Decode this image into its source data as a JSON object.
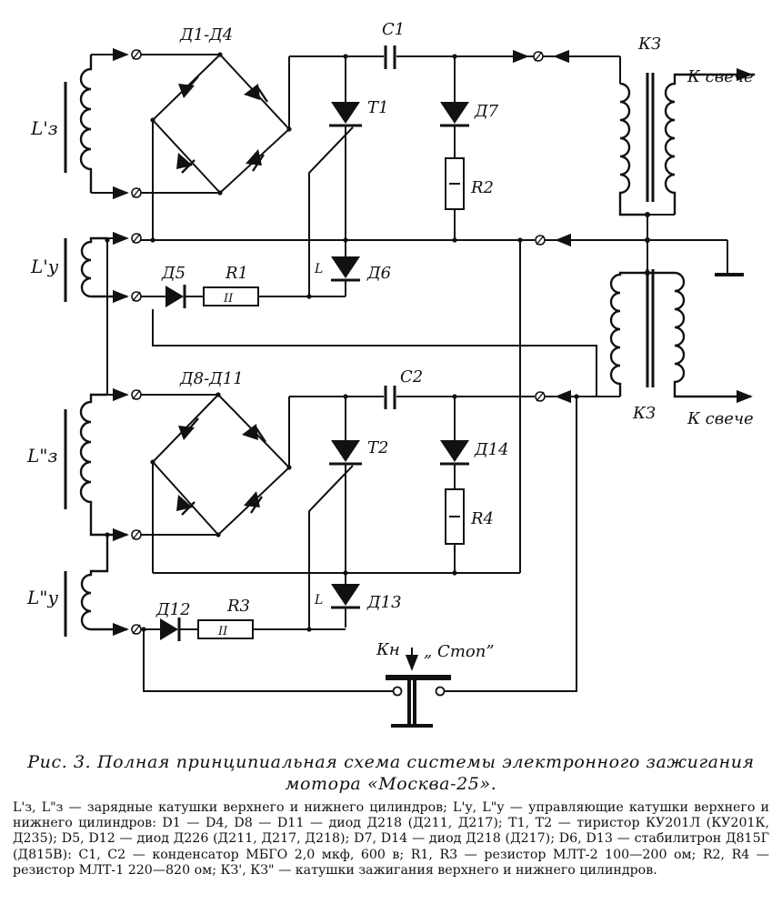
{
  "labels": {
    "d1_d4": "Д1-Д4",
    "d8_d11": "Д8-Д11",
    "c1": "C1",
    "c2": "C2",
    "kz_top": "КЗ",
    "kz_bottom": "КЗ",
    "k_sveche_top": "К свече",
    "k_sveche_bottom": "К свече",
    "l3_prime": "L'з",
    "ly_prime": "L'у",
    "l3_dprime": "L\"з",
    "ly_dprime": "L\"у",
    "t1": "T1",
    "t2": "T2",
    "d7": "Д7",
    "d14": "Д14",
    "r2": "R2",
    "r4": "R4",
    "d5": "Д5",
    "d12": "Д12",
    "r1": "R1",
    "r3": "R3",
    "d6": "Д6",
    "d13": "Д13",
    "kn": "Кн",
    "stop": "„ Стоп”",
    "resistor_mark": "II",
    "zener_mark": "L"
  },
  "caption": {
    "line1": "Рис. 3. Полная принципиальная схема системы электронного зажигания",
    "line2": "мотора «Москва-25»."
  },
  "legend": {
    "text": "L'з, L\"з — зарядные катушки верхнего и нижнего цилиндров; L'у, L\"у — управляющие катушки верхнего и нижнего цилиндров: D1 — D4, D8 — D11 — диод Д218 (Д211, Д217); T1, T2 — тиристор КУ201Л (КУ201К, Д235); D5, D12 — диод Д226 (Д211, Д217, Д218); D7, D14 — диод Д218 (Д217); D6, D13 — стабилитрон Д815Г (Д815В): C1, C2 — конденсатор МБГО 2,0 мкф, 600 в; R1, R3 — резистор МЛТ-2 100—200 ом; R2, R4 — резистор МЛТ-1 220—820 ом; КЗ', КЗ\" — катушки зажигания верхнего и нижнего цилиндров."
  }
}
